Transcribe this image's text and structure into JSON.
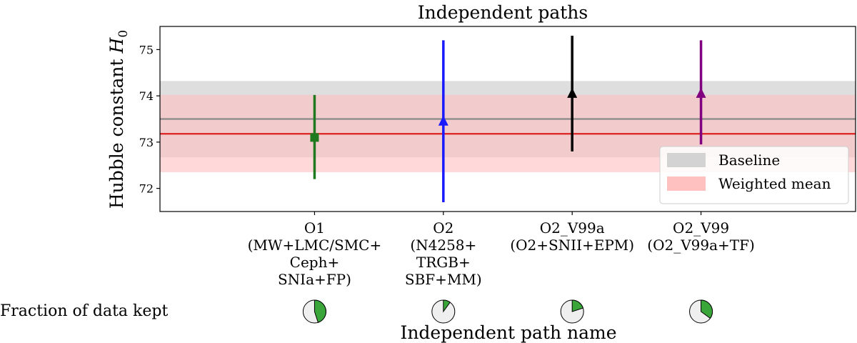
{
  "chart_data": {
    "type": "scatter",
    "title": "Independent paths",
    "ylabel_text": "Hubble constant ",
    "ylabel_sym": "H",
    "ylabel_sub": "0",
    "xlabel": "Independent path name",
    "ylim": [
      71.5,
      75.5
    ],
    "yticks": [
      72,
      73,
      74,
      75
    ],
    "xlim": [
      -1.2,
      4.2
    ],
    "bands": [
      {
        "name": "Baseline",
        "center": 73.5,
        "low": 72.67,
        "high": 74.32,
        "color": "#d3d3d3"
      },
      {
        "name": "Weighted mean",
        "center": 73.18,
        "low": 72.35,
        "high": 74.02,
        "color": "#ffc0c0"
      }
    ],
    "line_colors": {
      "baseline": "#888888",
      "weighted_mean": "#dd2222"
    },
    "points": [
      {
        "x": 0,
        "y": 73.1,
        "low": 72.2,
        "high": 74.02,
        "marker": "square",
        "color": "#1f7a1f",
        "label_lines": [
          "O1",
          "(MW+LMC/SMC+",
          "Ceph+",
          "SNIa+FP)"
        ],
        "fraction_kept": 0.45
      },
      {
        "x": 1,
        "y": 73.45,
        "low": 71.7,
        "high": 75.2,
        "marker": "triangle",
        "color": "#1a1aff",
        "label_lines": [
          "O2",
          "(N4258+",
          "TRGB+",
          "SBF+MM)"
        ],
        "fraction_kept": 0.1
      },
      {
        "x": 2,
        "y": 74.05,
        "low": 72.8,
        "high": 75.3,
        "marker": "triangle",
        "color": "#000000",
        "label_lines": [
          "O2_V99a",
          "(O2+SNII+EPM)"
        ],
        "fraction_kept": 0.2
      },
      {
        "x": 3,
        "y": 74.05,
        "low": 72.95,
        "high": 75.2,
        "marker": "triangle",
        "color": "#800080",
        "label_lines": [
          "O2_V99",
          "(O2_V99a+TF)"
        ],
        "fraction_kept": 0.35
      }
    ],
    "legend": {
      "placement": "lower-right",
      "entries": [
        "Baseline",
        "Weighted mean"
      ]
    },
    "fraction_row_label": "Fraction of data kept",
    "pie_colors": {
      "kept": "#3aa63a",
      "rest": "#efefef"
    }
  }
}
